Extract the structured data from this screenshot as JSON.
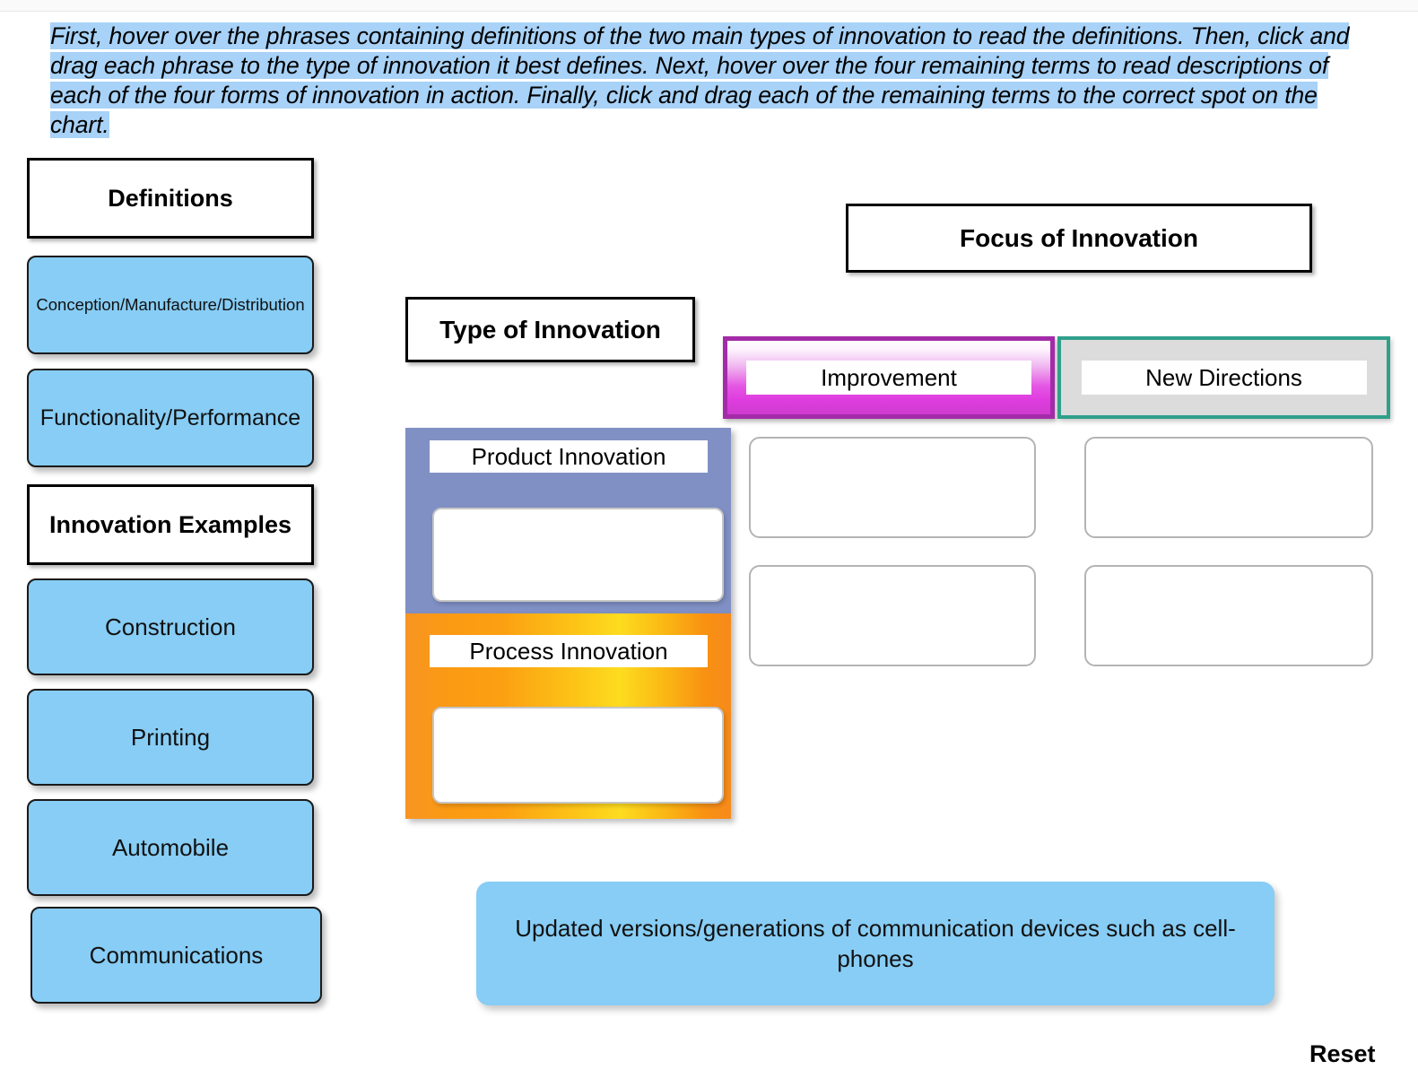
{
  "instructions": {
    "text": "First, hover over the phrases containing definitions of the two main types of innovation to read the definitions. Then, click and drag each phrase to the type of innovation it best defines. Next, hover over the four remaining terms to read descriptions of each of the four forms of innovation in action. Finally, click and drag each of the remaining terms to the correct spot on the chart."
  },
  "sidebar": {
    "definitions_header": "Definitions",
    "definition_chips": [
      {
        "label": "Conception/Manufacture/Distribution"
      },
      {
        "label": "Functionality/Performance"
      }
    ],
    "examples_header": "Innovation Examples",
    "example_chips": [
      {
        "label": "Construction"
      },
      {
        "label": "Printing"
      },
      {
        "label": "Automobile"
      },
      {
        "label": "Communications"
      }
    ]
  },
  "chart": {
    "row_axis_header": "Type of Innovation",
    "column_axis_header": "Focus of Innovation",
    "columns": [
      {
        "label": "Improvement",
        "accent": "#a32ba8"
      },
      {
        "label": "New Directions",
        "accent": "#2fa08a"
      }
    ],
    "rows": [
      {
        "label": "Product Innovation",
        "accent": "#8090c4"
      },
      {
        "label": "Process Innovation",
        "accent": "#fca012"
      }
    ],
    "row_slots": [
      {
        "value": ""
      },
      {
        "value": ""
      }
    ],
    "drop_zones": [
      {
        "row": "Product Innovation",
        "column": "Improvement",
        "value": ""
      },
      {
        "row": "Product Innovation",
        "column": "New Directions",
        "value": ""
      },
      {
        "row": "Process Innovation",
        "column": "Improvement",
        "value": ""
      },
      {
        "row": "Process Innovation",
        "column": "New Directions",
        "value": ""
      }
    ]
  },
  "tooltip": {
    "text": "Updated versions/generations of communication devices such as cell-phones"
  },
  "footer": {
    "reset_label": "Reset"
  },
  "colors": {
    "chip_blue": "#87cdf5",
    "highlight_blue": "#a8d2f7",
    "product_band": "#8090c4",
    "process_band_start": "#f79522",
    "process_band_mid": "#fddc1f",
    "improvement_border": "#a32ba8",
    "newdirections_border": "#2fa08a",
    "newdirections_fill": "#dcdcdc"
  }
}
